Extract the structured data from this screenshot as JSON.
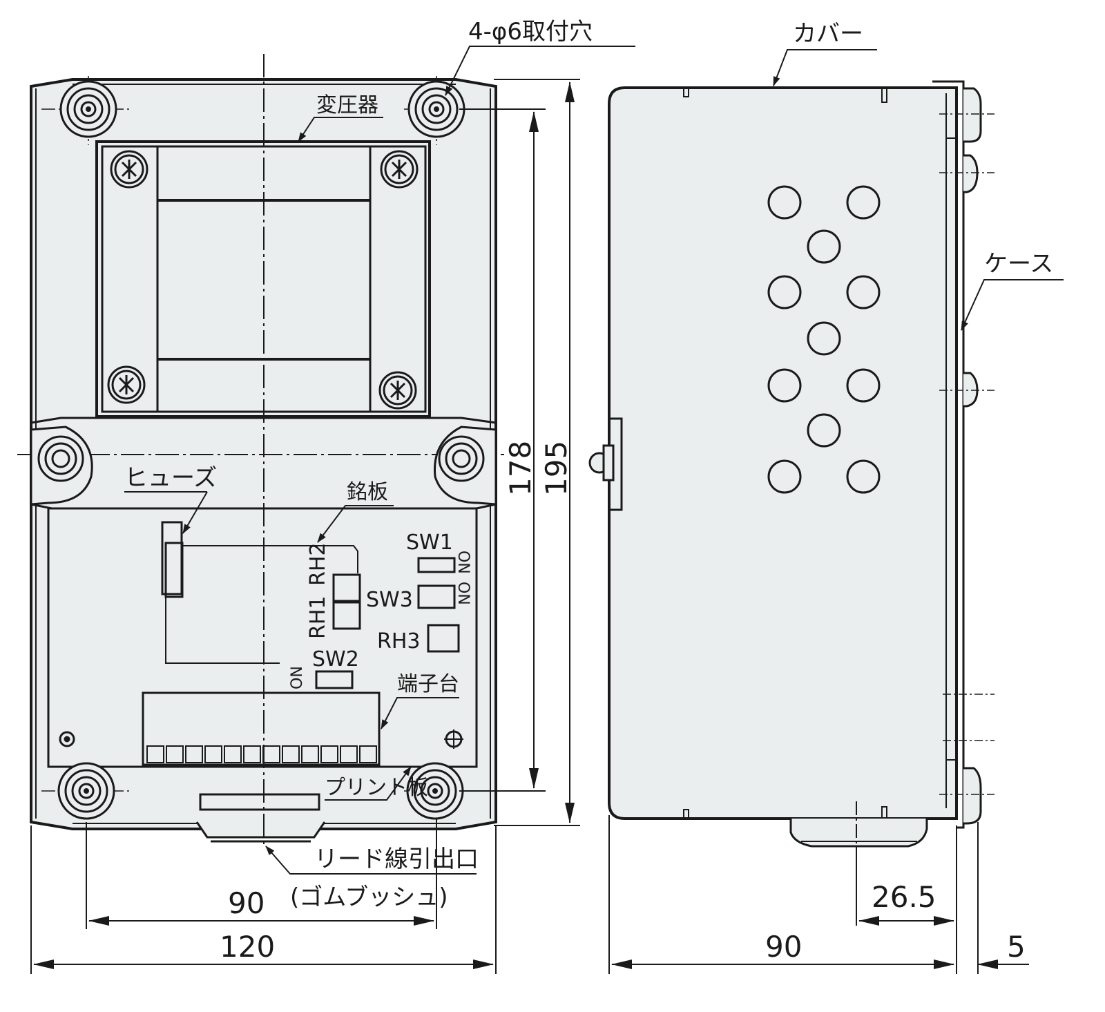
{
  "colors": {
    "line": "#1a1a1a",
    "body_fill": "#ebeeee",
    "background": "#ffffff"
  },
  "labels": {
    "mount_holes": "4-φ6取付穴",
    "transformer": "変圧器",
    "fuse": "ヒューズ",
    "nameplate": "銘板",
    "terminal_block": "端子台",
    "pcb": "プリント板",
    "lead_outlet": "リード線引出口",
    "rubber_bushing": "(ゴムブッシュ)",
    "cover": "カバー",
    "case": "ケース",
    "sw1": "SW1",
    "sw2": "SW2",
    "sw3": "SW3",
    "rh1": "RH1",
    "rh2": "RH2",
    "rh3": "RH3",
    "on_1": "ON",
    "on_2": "ON",
    "on_3": "ON"
  },
  "dimensions": {
    "front_height_inner": "178",
    "front_height_outer": "195",
    "front_width_holes": "90",
    "front_width_total": "120",
    "side_depth": "90",
    "side_offset": "26.5",
    "side_flange": "5"
  },
  "icons": {
    "mount_screw": "mount-hole-icon",
    "transformer_screw": "cross-screw-icon",
    "vent_hole": "vent-hole-icon"
  }
}
